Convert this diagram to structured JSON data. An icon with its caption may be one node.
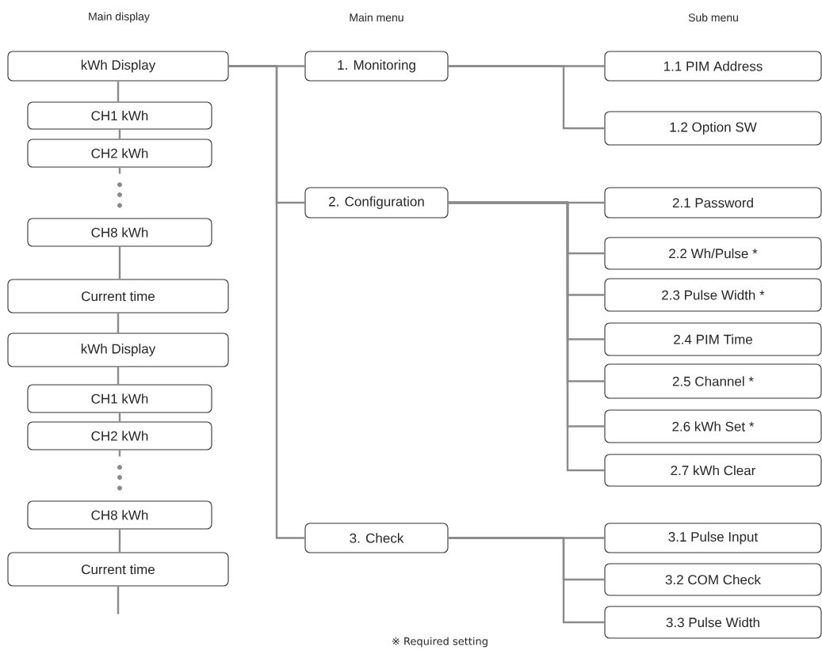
{
  "diagram": {
    "nodes": [
      {
        "text": [
          "kWh Display"
        ]
      },
      {
        "text": [
          "CH1 kWh"
        ]
      },
      {
        "text": [
          "CH2 kWh"
        ]
      },
      {
        "text": [
          "CH8 kWh"
        ]
      },
      {
        "text": [
          "Current time"
        ]
      },
      {
        "text": [
          "kWh Display"
        ]
      },
      {
        "text": [
          "CH1 kWh"
        ]
      },
      {
        "text": [
          "CH2 kWh"
        ]
      },
      {
        "text": [
          "CH8 kWh"
        ]
      },
      {
        "text": [
          "Current time"
        ]
      },
      {
        "text": [
          "1. Monitoring"
        ]
      },
      {
        "text": [
          "1.1 PIM Address"
        ]
      },
      {
        "text": [
          "1.2 Option SW"
        ]
      },
      {
        "text": [
          "2. Configuration"
        ]
      },
      {
        "text": [
          "2.1 Password"
        ]
      },
      {
        "text": [
          "2.2 Wh/Pulse *"
        ]
      },
      {
        "text": [
          "2.3 Pulse Width *"
        ]
      },
      {
        "text": [
          "2.4 PIM Time"
        ]
      },
      {
        "text": [
          "2.5 Channel *"
        ]
      },
      {
        "text": [
          "2.6 kWh Set *"
        ]
      },
      {
        "text": [
          "2.7 kWh Clear"
        ]
      },
      {
        "text": [
          "3. Check"
        ]
      },
      {
        "text": [
          "3.1 Pulse Input"
        ]
      },
      {
        "text": [
          "3.2 COM Check"
        ]
      },
      {
        "text": [
          "3.3 Pulse Width"
        ]
      }
    ],
    "edges": [
      {
        "from": 0,
        "to": 1,
        "arrow": "none"
      },
      {
        "from": 1,
        "to": 2,
        "arrow": "none"
      },
      {
        "from": 2,
        "to": 3,
        "arrow": "none",
        "style": "dashed"
      },
      {
        "from": 3,
        "to": 4,
        "arrow": "none"
      },
      {
        "from": 4,
        "to": 5,
        "arrow": "none"
      },
      {
        "from": 5,
        "to": 6,
        "arrow": "none"
      },
      {
        "from": 6,
        "to": 7,
        "arrow": "none"
      },
      {
        "from": 7,
        "to": 8,
        "arrow": "none",
        "style": "dashed"
      },
      {
        "from": 8,
        "to": 9,
        "arrow": "none"
      },
      {
        "from": 9,
        "to": null,
        "arrow": "none"
      },
      {
        "from": 0,
        "to": 10,
        "arrow": "none"
      },
      {
        "from": 0,
        "to": 13,
        "arrow": "none"
      },
      {
        "from": 0,
        "to": 21,
        "arrow": "none"
      },
      {
        "from": 10,
        "to": 11,
        "arrow": "none"
      },
      {
        "from": 10,
        "to": 12,
        "arrow": "none"
      },
      {
        "from": 13,
        "to": 14,
        "arrow": "none"
      },
      {
        "from": 13,
        "to": 15,
        "arrow": "none"
      },
      {
        "from": 13,
        "to": 16,
        "arrow": "none"
      },
      {
        "from": 13,
        "to": 17,
        "arrow": "none"
      },
      {
        "from": 13,
        "to": 18,
        "arrow": "none"
      },
      {
        "from": 13,
        "to": 19,
        "arrow": "none"
      },
      {
        "from": 13,
        "to": 20,
        "arrow": "none"
      },
      {
        "from": 21,
        "to": 22,
        "arrow": "none"
      },
      {
        "from": 21,
        "to": 23,
        "arrow": "none"
      },
      {
        "from": 21,
        "to": 24,
        "arrow": "none"
      }
    ],
    "labels": [
      "Main display",
      "Main menu",
      "Sub menu",
      "※ Required setting"
    ]
  }
}
